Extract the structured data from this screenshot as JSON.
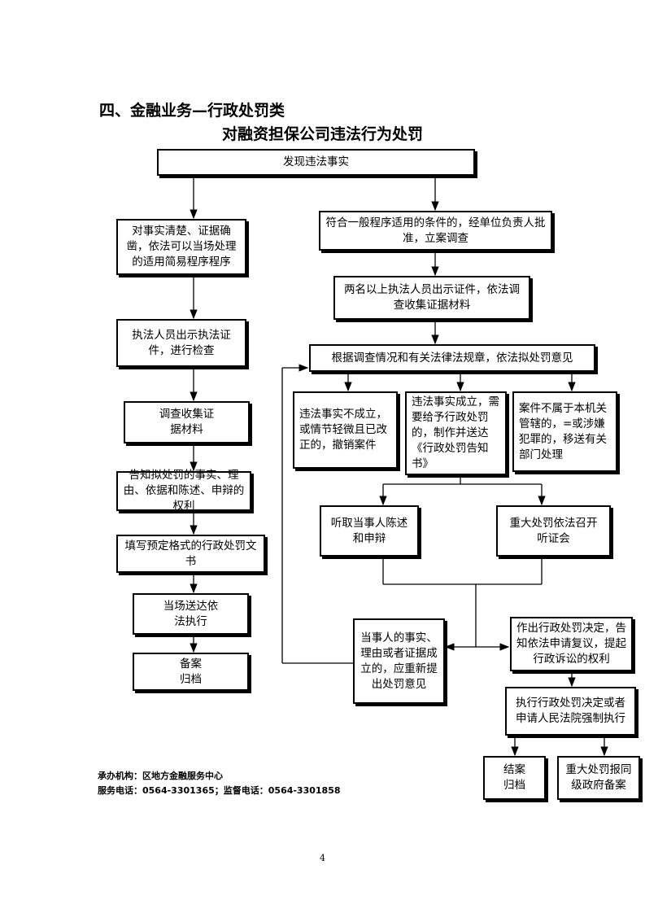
{
  "header": {
    "section_heading": "四、金融业务—行政处罚类",
    "title": "对融资担保公司违法行为处罚"
  },
  "flowchart": {
    "discover": "发现违法事实",
    "simple_condition": "对事实清楚、证据确凿，依法可以当场处理的适用简易程序程序",
    "general_condition": "符合一般程序适用的条件的，经单位负责人批准，立案调查",
    "show_id_simple": "执法人员出示执法证件，进行检查",
    "show_id_general": "两名以上执法人员出示证件，依法调查收集证据材料",
    "collect_evidence": "调查收集证据材料",
    "propose_penalty": "根据调查情况和有关法律法规章，依法拟处罚意见",
    "not_established": "违法事实不成立，或情节轻微且已改正的，撤销案件",
    "established": "违法事实成立，需要给予行政处罚的，制作并送达《行政处罚告知书》",
    "transfer": "案件不属于本机关管辖的，=或涉嫌犯罪的，移送有关部门处理",
    "inform_rights": "告知拟处罚的事实、理由、依据和陈述、申辩的权利",
    "fill_document": "填写预定格式的行政处罚文书",
    "hear_statement": "听取当事人陈述和申辩",
    "hearing": "重大处罚依法召开听证会",
    "deliver_onsite": "当场送达依法执行",
    "record_simple": "备案归档",
    "re_propose": "当事人的事实、理由或者证据成立的，应重新提出处罚意见",
    "make_decision": "作出行政处罚决定，告知依法申请复议，提起行政诉讼的权利",
    "execute": "执行行政处罚决定或者申请人民法院强制执行",
    "close_case": "结案归档",
    "report_major": "重大处罚报同级政府备案"
  },
  "footer": {
    "organizer": "承办机构：区地方金融服务中心",
    "phones": "服务电话：0564-3301365；监督电话：0564-3301858"
  },
  "page_number": "4"
}
